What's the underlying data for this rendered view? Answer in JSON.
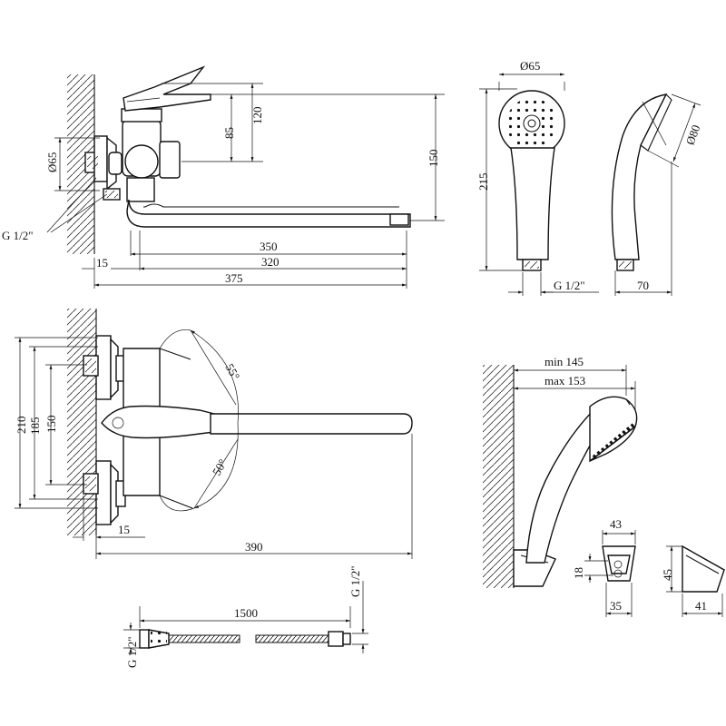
{
  "top_view": {
    "dim_65": "Ø65",
    "dim_85": "85",
    "dim_120": "120",
    "dim_150": "150",
    "dim_350": "350",
    "dim_320": "320",
    "dim_15": "15",
    "dim_375": "375",
    "thread": "G 1/2\""
  },
  "shower_head": {
    "dim_65": "Ø65",
    "dim_215": "215",
    "thread": "G 1/2\"",
    "dim_80": "Ø80",
    "dim_70": "70"
  },
  "front_view": {
    "dim_210": "210",
    "dim_185": "185",
    "dim_150": "150",
    "dim_15": "15",
    "dim_390": "390",
    "angle_55": "55°",
    "angle_50": "50°"
  },
  "holder_view": {
    "min": "min 145",
    "max": "max 153",
    "dim_43": "43",
    "dim_18": "18",
    "dim_35": "35",
    "dim_45": "45",
    "dim_41": "41"
  },
  "hose": {
    "length": "1500",
    "thread_left": "G 1/2\"",
    "thread_right": "G 1/2\""
  }
}
